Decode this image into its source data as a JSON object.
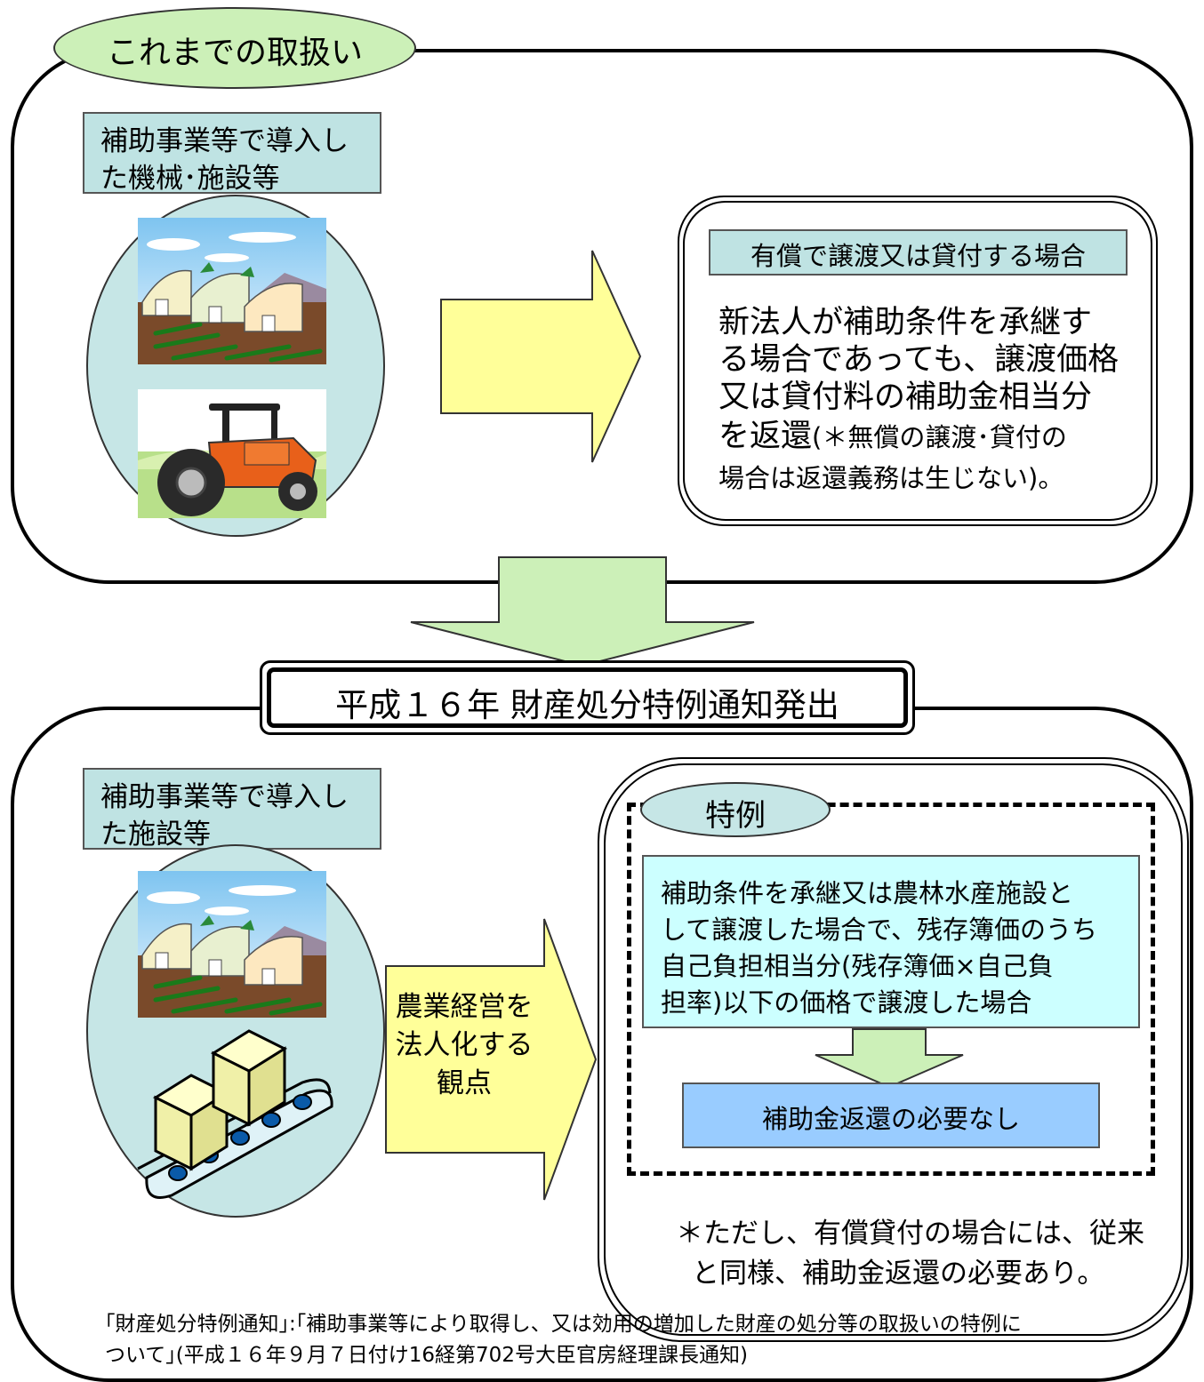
{
  "colors": {
    "teal_box": "#bfe3e3",
    "pale_cyan": "#c6e6e6",
    "light_green": "#ccf0b8",
    "yellow_arrow": "#ffff99",
    "special_cyan": "#ccffff",
    "blue_box": "#99ccff"
  },
  "top": {
    "badge": "これまでの取扱い",
    "asset_label_line1": "補助事業等で導入し",
    "asset_label_line2": "た機械･施設等",
    "case_title": "有償で譲渡又は貸付する場合",
    "body_line1": "新法人が補助条件を承継す",
    "body_line2": "る場合であっても、譲渡価格",
    "body_line3": "又は貸付料の補助金相当分",
    "body_line4_main": "を返還",
    "body_line4_note": "(＊無償の譲渡･貸付の",
    "body_line5": "場合は返還義務は生じない)。",
    "icons": [
      "greenhouse-illustration",
      "tractor-illustration",
      "right-arrow"
    ]
  },
  "transition": {
    "banner": "平成１６年 財産処分特例通知発出",
    "icons": [
      "down-arrow"
    ]
  },
  "bottom": {
    "asset_label_line1": "補助事業等で導入し",
    "asset_label_line2": "た施設等",
    "arrow_text_line1": "農業経営を",
    "arrow_text_line2": "法人化する",
    "arrow_text_line3": "観点",
    "special_badge": "特例",
    "condition_line1": "補助条件を承継又は農林水産施設と",
    "condition_line2": "して譲渡した場合で、残存簿価のうち",
    "condition_line3": "自己負担相当分(残存簿価×自己負",
    "condition_line4": "担率)以下の価格で譲渡した場合",
    "result": "補助金返還の必要なし",
    "note_line1": "＊ただし、有償貸付の場合には、従来",
    "note_line2": "と同様、補助金返還の必要あり。",
    "icons": [
      "greenhouse-illustration",
      "conveyor-boxes-illustration",
      "right-arrow"
    ]
  },
  "footnote": {
    "line1": "｢財産処分特例通知｣:｢補助事業等により取得し、又は効用の増加した財産の処分等の取扱いの特例に",
    "line2": "ついて｣(平成１６年９月７日付け16経第702号大臣官房経理課長通知)"
  }
}
